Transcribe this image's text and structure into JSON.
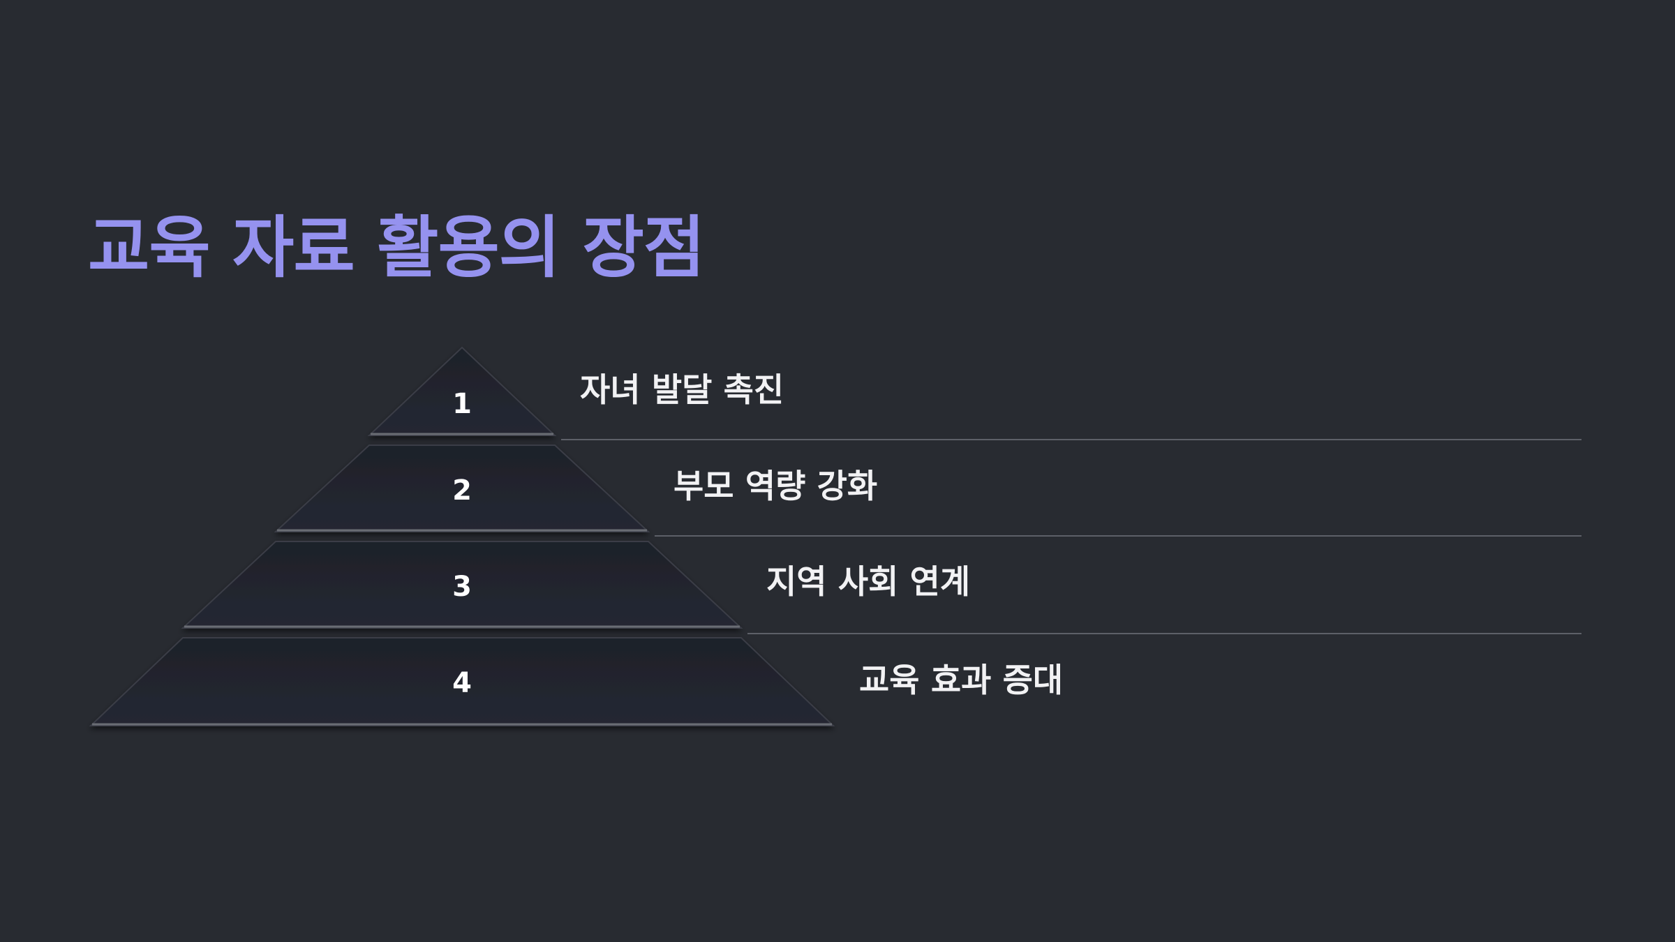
{
  "title": "교육 자료 활용의 장점",
  "colors": {
    "background": "#282b31",
    "title": "#9592ef",
    "tier_fill": "#22252f",
    "text": "#f2f2f4",
    "divider": "#5d6068"
  },
  "tiers": [
    {
      "number": "1",
      "label": "자녀 발달 촉진"
    },
    {
      "number": "2",
      "label": "부모 역량 강화"
    },
    {
      "number": "3",
      "label": "지역 사회 연계"
    },
    {
      "number": "4",
      "label": "교육 효과 증대"
    }
  ]
}
